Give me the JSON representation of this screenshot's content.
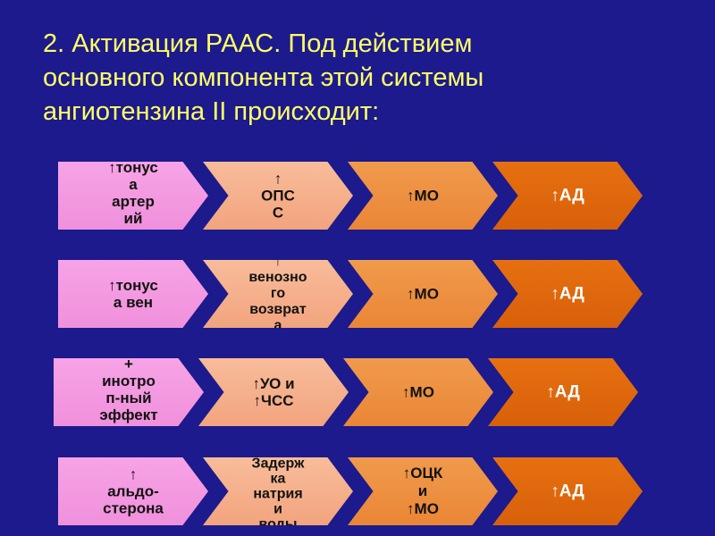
{
  "title": {
    "line1": "2. Активация РААС. Под действием",
    "line2": "основного компонента этой системы",
    "line3": "ангиотензина II происходит:"
  },
  "colors": {
    "background": "#1c1a8c",
    "title": "#ffff66",
    "col1": "#f29ae0",
    "col2": "#f4ad8a",
    "col3": "#ee9344",
    "col4": "#dd6a0e"
  },
  "rows": [
    {
      "items": [
        "↑тонус\nа\nартер\nий",
        "↑\nОПС\nС",
        "↑МО",
        "↑АД"
      ]
    },
    {
      "items": [
        "↑тонус\nа вен",
        "↑\nвенозно\nго\nвозврат\nа",
        "↑МО",
        "↑АД"
      ]
    },
    {
      "items": [
        "+\nинотро\nп-ный\nэффект",
        "↑УО и\n↑ЧСС",
        "↑МО",
        "↑АД"
      ]
    },
    {
      "items": [
        "↑\nальдо-\nстерона",
        "Задерж\nка\nнатрия\nи\nводы",
        "↑ОЦК\nи\n↑МО",
        "↑АД"
      ]
    }
  ]
}
